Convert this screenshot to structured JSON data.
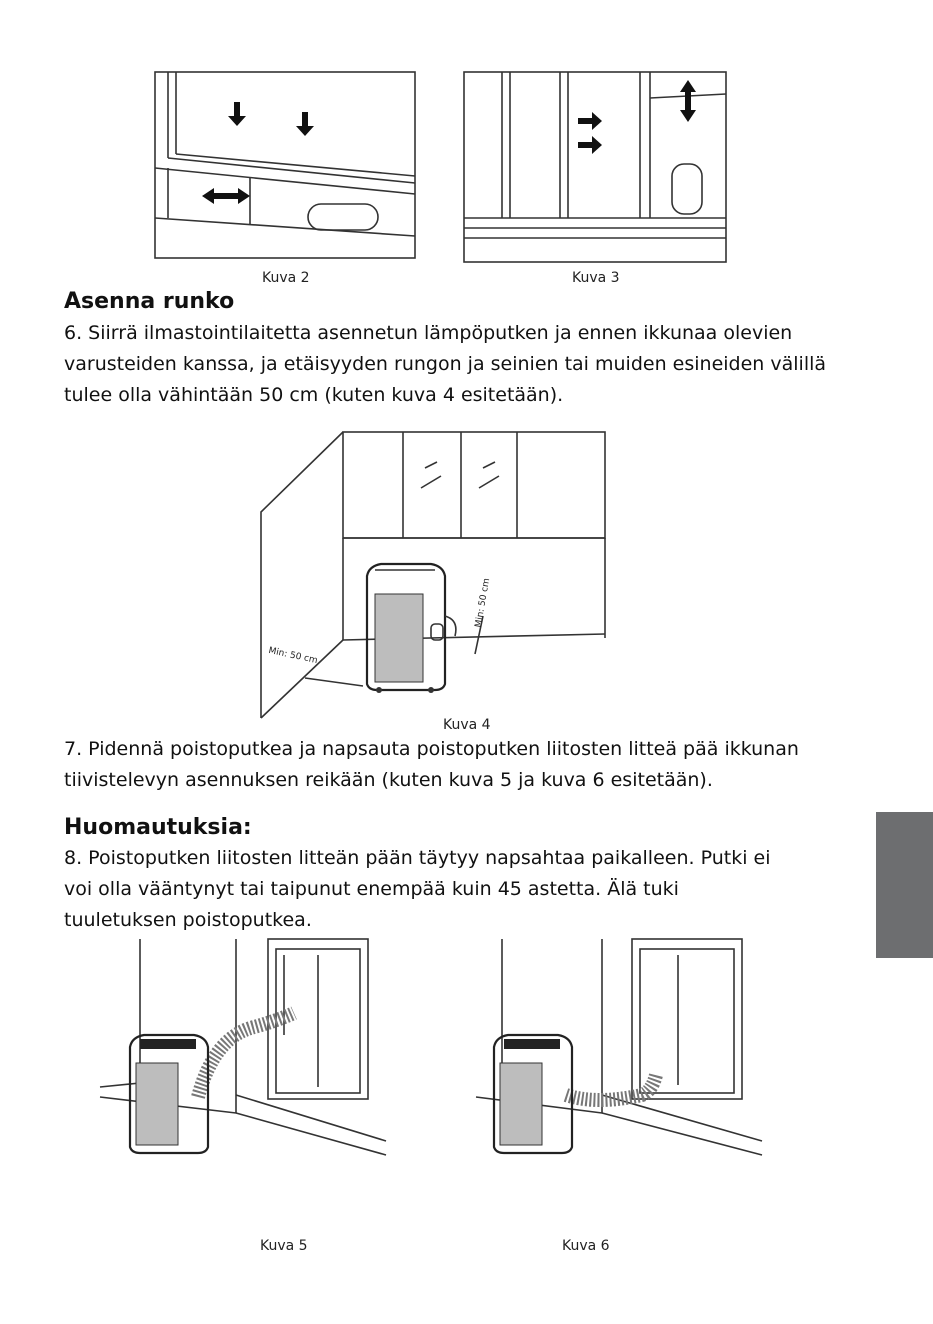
{
  "figures": {
    "fig2_caption": "Kuva 2",
    "fig3_caption": "Kuva 3",
    "fig4_caption": "Kuva 4",
    "fig4_min_left": "Min: 50 cm",
    "fig4_min_right": "Min: 50 cm",
    "fig5_caption": "Kuva 5",
    "fig6_caption": "Kuva 6"
  },
  "sections": {
    "install_heading": "Asenna runko",
    "step6": "6.  Siirrä ilmastointilaitetta asennetun lämpöputken ja ennen ikkunaa olevien varusteiden kanssa, ja etäisyyden rungon ja seinien tai muiden esineiden välillä tulee olla vähintään 50 cm (kuten kuva 4 esitetään).",
    "step7": "7.  Pidennä poistoputkea ja napsauta poistoputken liitosten litteä pää ikkunan tiivistelevyn asennuksen reikään (kuten kuva 5 ja kuva 6 esitetään).",
    "notes_heading": "Huomautuksia:",
    "step8": "8.  Poistoputken liitosten litteän pään täytyy napsahtaa paikalleen. Putki ei voi olla vääntynyt tai taipunut enempää kuin 45 astetta. Älä tuki tuuletuksen poistoputkea."
  },
  "colors": {
    "side_tab": "#6d6e70"
  }
}
